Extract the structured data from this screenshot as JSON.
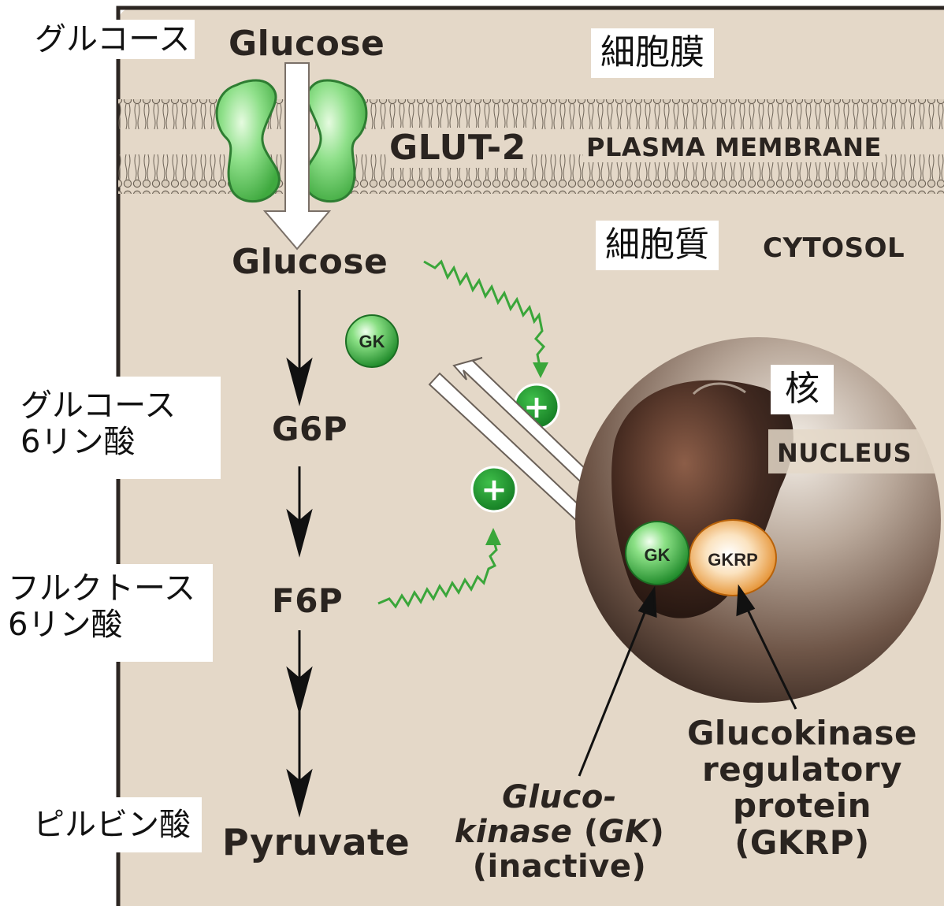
{
  "cell": {
    "glucose_outside": "Glucose",
    "glut2": "GLUT-2",
    "plasma_membrane": "PLASMA MEMBRANE",
    "glucose_inside": "Glucose",
    "cytosol": "CYTOSOL",
    "nucleus": "NUCLEUS",
    "g6p": "G6P",
    "f6p": "F6P",
    "pyruvate": "Pyruvate",
    "gk": "GK",
    "gk_nuclear": "GK",
    "gkrp": "GKRP",
    "plus_symbol": "+",
    "glucokinase_caption": {
      "line1": "Gluco-",
      "line2_italic": "kinase",
      "line2_paren_open": " (",
      "line2_gk": "GK",
      "line2_paren_close": ")",
      "line3": "(inactive)"
    },
    "gkrp_caption": {
      "line1": "Glucokinase",
      "line2": "regulatory",
      "line3": "protein",
      "line4": "(GKRP)"
    }
  },
  "japanese_labels": {
    "glucose": "グルコース",
    "plasma_membrane": "細胞膜",
    "cytosol": "細胞質",
    "nucleus": "核",
    "g6p_line1": "グルコース",
    "g6p_line2": "6リン酸",
    "f6p_line1": "フルクトース",
    "f6p_line2": "6リン酸",
    "pyruvate": "ピルビン酸"
  },
  "colors": {
    "cytoplasm": "#e4d8c8",
    "membrane": "#bdb1a1",
    "glut_green": "#5cc95c",
    "gk_green": "#2f9e3a",
    "gkrp_orange": "#e58a1c",
    "nucleus_dark": "#3a2820",
    "signal_green": "#3aa63a"
  }
}
